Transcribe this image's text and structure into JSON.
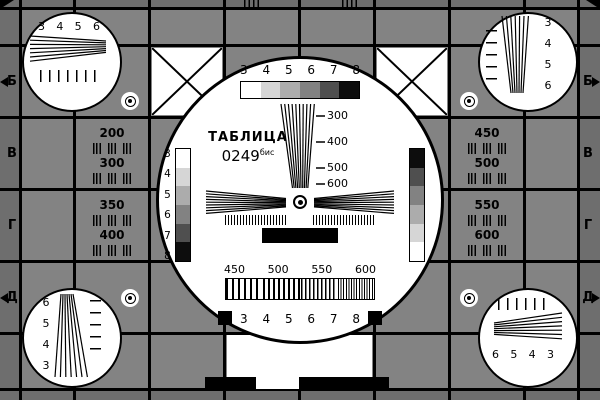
{
  "colors": {
    "cell_bg": "#838383",
    "edge_bg": "#6e6e6e",
    "grid_line": "#000000",
    "steps": [
      "#ffffff",
      "#d6d6d6",
      "#acacac",
      "#828282",
      "#4f4f4f",
      "#0d0d0d"
    ],
    "steps_reverse": [
      "#0d0d0d",
      "#4f4f4f",
      "#828282",
      "#acacac",
      "#d6d6d6",
      "#ffffff"
    ]
  },
  "edge": {
    "left": [
      "Б",
      "В",
      "Г",
      "Д"
    ],
    "right": [
      "Б",
      "В",
      "Г",
      "Д"
    ]
  },
  "left_panel": {
    "labels": [
      "200",
      "300",
      "350",
      "400"
    ]
  },
  "right_panel": {
    "labels": [
      "450",
      "500",
      "550",
      "600"
    ]
  },
  "circle": {
    "title": "ТАБЛИЦА",
    "code": "0249",
    "code_suffix": "бис",
    "top_labels": [
      "3",
      "4",
      "5",
      "6",
      "7",
      "8"
    ],
    "wedge_labels": [
      "300",
      "400",
      "500",
      "600"
    ],
    "gray_labels": [
      "3",
      "4",
      "5",
      "6",
      "7",
      "8"
    ],
    "bottom_scale_labels": [
      "450",
      "500",
      "550",
      "600"
    ],
    "bottom_labels": [
      "3",
      "4",
      "5",
      "6",
      "7",
      "8"
    ]
  },
  "corners": {
    "top_left": [
      "3",
      "4",
      "5",
      "6"
    ],
    "top_right": [
      "3",
      "4",
      "5",
      "6"
    ],
    "bottom_left": [
      "6",
      "5",
      "4",
      "3"
    ],
    "bottom_right": [
      "6",
      "5",
      "4",
      "3"
    ]
  }
}
